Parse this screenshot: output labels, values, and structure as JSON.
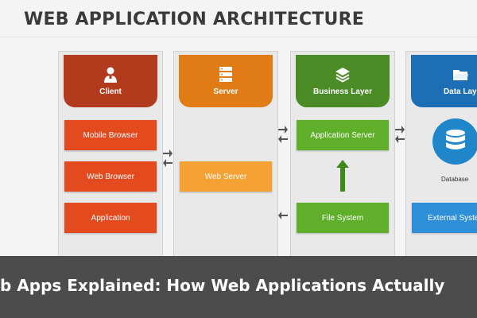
{
  "title": "WEB APPLICATION ARCHITECTURE",
  "columns": [
    {
      "header": "Client",
      "icon": "user-icon",
      "color": "#b23a1d",
      "items": [
        "Mobile Browser",
        "Web Browser",
        "Application"
      ]
    },
    {
      "header": "Server",
      "icon": "server-rack-icon",
      "color": "#e07b16",
      "items": [
        "Web Server"
      ]
    },
    {
      "header": "Business Layer",
      "icon": "layers-icon",
      "color": "#4a8b26",
      "items": [
        "Application Server",
        "File System"
      ]
    },
    {
      "header": "Data Layer",
      "icon": "folder-icon",
      "color": "#1d6fb5",
      "items": [
        "Database",
        "External Syste"
      ]
    }
  ],
  "colors": {
    "client_item": "#e34b1f",
    "server_item": "#f6a133",
    "business_item": "#5faf2a",
    "data_item": "#2e8fd9"
  },
  "banner": {
    "text": "b Apps Explained: How Web Applications Actually"
  }
}
